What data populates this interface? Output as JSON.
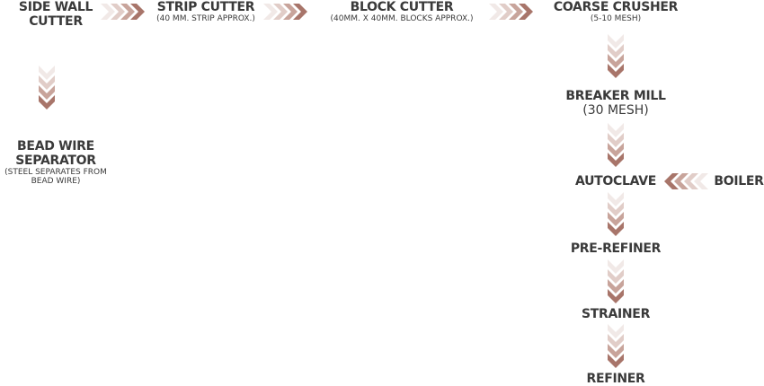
{
  "colors": [
    "#f1e9e7",
    "#e1cdc8",
    "#c8a49b",
    "#a8756a"
  ],
  "nodes": {
    "side_wall": {
      "title_1": "SIDE WALL",
      "title_2": "CUTTER"
    },
    "strip": {
      "title": "STRIP CUTTER",
      "sub": "(40 MM. STRIP APPROX.)"
    },
    "block": {
      "title": "BLOCK CUTTER",
      "sub": "(40MM. X 40MM. BLOCKS APPROX.)"
    },
    "coarse": {
      "title": "COARSE CRUSHER",
      "sub": "(5-10 MESH)"
    },
    "breaker": {
      "title": "BREAKER MILL",
      "sub": "(30 MESH)"
    },
    "autoclave": {
      "title": "AUTOCLAVE"
    },
    "boiler": {
      "title": "BOILER"
    },
    "prerefiner": {
      "title": "PRE-REFINER"
    },
    "strainer": {
      "title": "STRAINER"
    },
    "refiner": {
      "title": "REFINER"
    },
    "bead": {
      "title_1": "BEAD WIRE",
      "title_2": "SEPARATOR",
      "sub_1": "(STEEL SEPARATES FROM",
      "sub_2": "BEAD WIRE)"
    }
  }
}
